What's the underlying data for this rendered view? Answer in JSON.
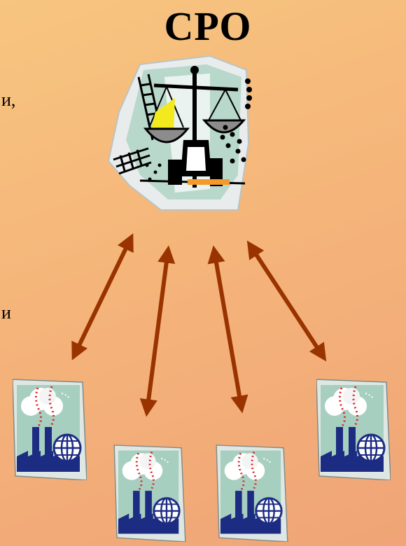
{
  "title": "СРО",
  "left_fragments": [
    "и,",
    "и"
  ],
  "icons": {
    "center": "justice-scales-icon",
    "members": "factory-globe-icon"
  },
  "colors": {
    "arrow": "#993300",
    "factory_bg": "#a7cfc0",
    "factory_building": "#1c2c83",
    "globe": "#1c2c83"
  },
  "member_count": 4
}
